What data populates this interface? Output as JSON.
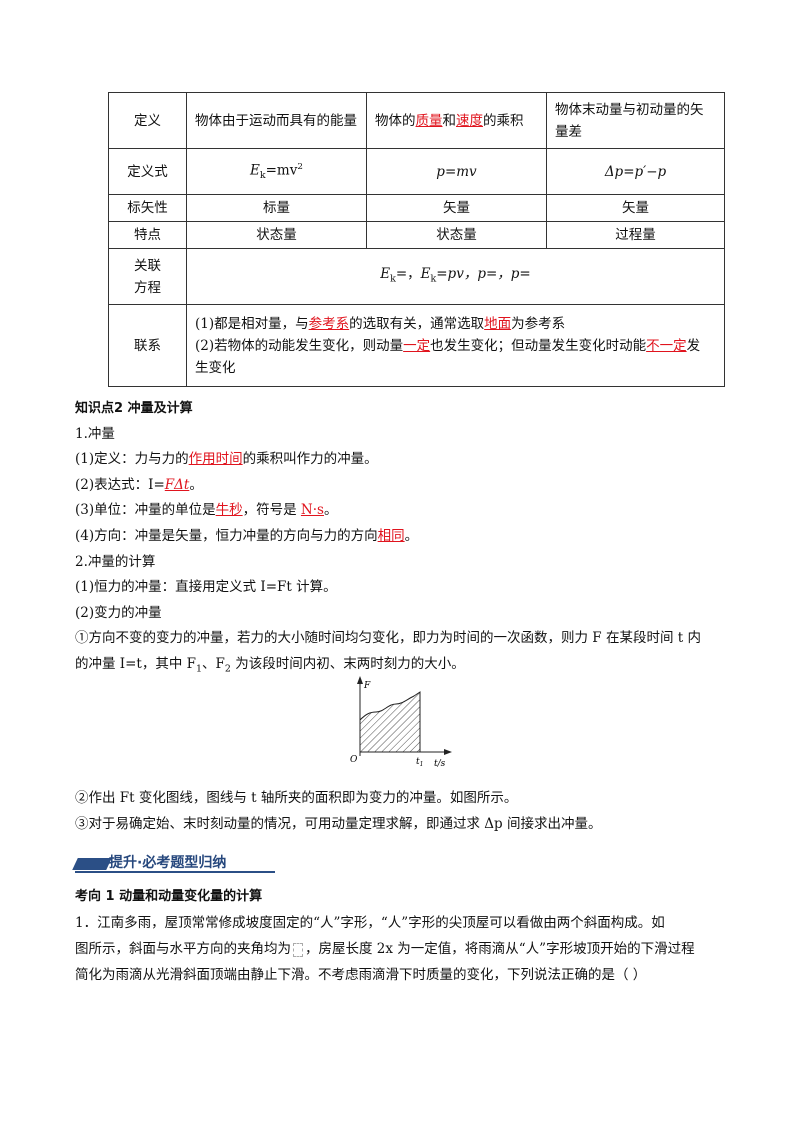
{
  "table": {
    "r1": {
      "h": "定义",
      "c1": "物体由于运动而具有的能量",
      "c2a": "物体的",
      "c2b": "质量",
      "c2c": "和",
      "c2d": "速度",
      "c2e": "的乘积",
      "c3": "物体末动量与初动量的矢量差"
    },
    "r2": {
      "h": "定义式",
      "c1a": "E",
      "c1b": "k",
      "c1c": "=mv",
      "c1d": "2",
      "c2": "p=mv",
      "c3": "Δp=p′−p"
    },
    "r3": {
      "h": "标矢性",
      "c1": "标量",
      "c2": "矢量",
      "c3": "矢量"
    },
    "r4": {
      "h": "特点",
      "c1": "状态量",
      "c2": "状态量",
      "c3": "过程量"
    },
    "r5": {
      "h1": "关联",
      "h2": "方程",
      "eq_a": "E",
      "eq_b": "k",
      "eq_c": "=，",
      "eq_d": "E",
      "eq_e": "k",
      "eq_f": "=pv，p=，p="
    },
    "r6": {
      "h": "联系",
      "l1a": "(1)都是相对量，与",
      "l1b": "参考系",
      "l1c": "的选取有关，通常选取",
      "l1d": "地面",
      "l1e": "为参考系",
      "l2a": "(2)若物体的动能发生变化，则动量",
      "l2b": "一定",
      "l2c": "也发生变化；但动量发生变化时动能",
      "l2d": "不一定",
      "l2e": "发",
      "l3": "生变化"
    }
  },
  "section2": {
    "title": "知识点2  冲量及计算",
    "s1": "1.冲量",
    "p1a": "(1)定义：力与力的",
    "p1b": "作用时间",
    "p1c": "的乘积叫作力的冲量。",
    "p2a": "(2)表达式：I=",
    "p2b": "FΔt",
    "p2c": "。",
    "p3a": "(3)单位：冲量的单位是",
    "p3b": "牛秒",
    "p3c": "，符号是 ",
    "p3d": "N·s",
    "p3e": "。",
    "p4a": "(4)方向：冲量是矢量，恒力冲量的方向与力的方向",
    "p4b": "相同",
    "p4c": "。",
    "s2": "2.冲量的计算",
    "p5": "(1)恒力的冲量：直接用定义式 I=Ft 计算。",
    "p6": "(2)变力的冲量",
    "p7": "①方向不变的变力的冲量，若力的大小随时间均匀变化，即力为时间的一次函数，则力 F 在某段时间 t 内",
    "p8a": "的冲量 I=t，其中 F",
    "p8b": "1",
    "p8c": "、F",
    "p8d": "2",
    "p8e": " 为该段时间内初、末两时刻力的大小。",
    "p9": "②作出 Ft 变化图线，图线与 t 轴所夹的面积即为变力的冲量。如图所示。",
    "p10": "③对于易确定始、末时刻动量的情况，可用动量定理求解，即通过求 Δp 间接求出冲量。"
  },
  "graph": {
    "ylabel": "F",
    "origin": "O",
    "t1a": "t",
    "t1b": "1",
    "xlabel": "t/s"
  },
  "banner": {
    "title": "提升·必考题型归纳"
  },
  "bottom": {
    "h": "考向 1  动量和动量变化量的计算",
    "q1": "1．江南多雨，屋顶常常修成坡度固定的“人”字形，“人”字形的尖顶屋可以看做由两个斜面构成。如",
    "q2a": "图所示，斜面与水平方向的夹角均为",
    "q2b": "，房屋长度 2x 为一定值，将雨滴从“人”字形坡顶开始的下滑过程",
    "q3": "简化为雨滴从光滑斜面顶端由静止下滑。不考虑雨滴滑下时质量的变化，下列说法正确的是（      ）"
  }
}
